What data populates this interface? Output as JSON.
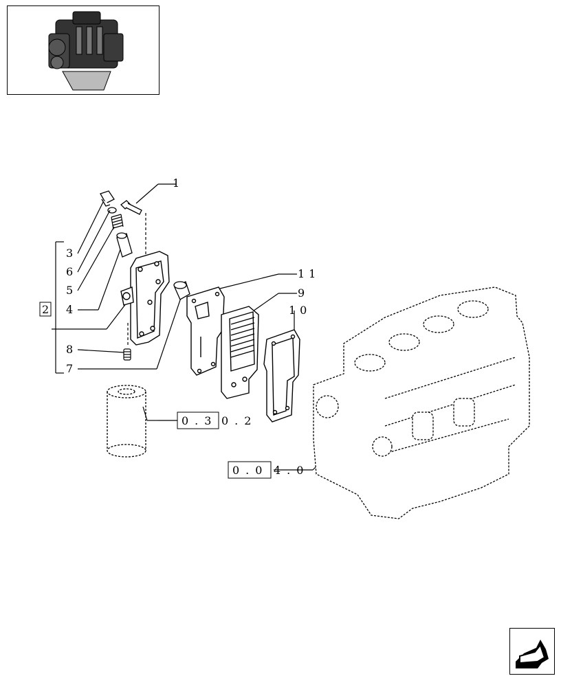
{
  "thumbnail": {
    "icon": "engine-icon"
  },
  "callouts": {
    "c1": "1",
    "c2": "2",
    "c3": "3",
    "c4": "4",
    "c5": "5",
    "c6": "6",
    "c7": "7",
    "c8": "8",
    "c9": "9",
    "c10": "10",
    "c11": "11"
  },
  "references": {
    "filter_ref_boxed": "0.3",
    "filter_ref_tail": "0.2",
    "block_ref_boxed": "0.0",
    "block_ref_tail": "4.0"
  },
  "navigation": {
    "icon": "next-page-arrow-icon"
  }
}
